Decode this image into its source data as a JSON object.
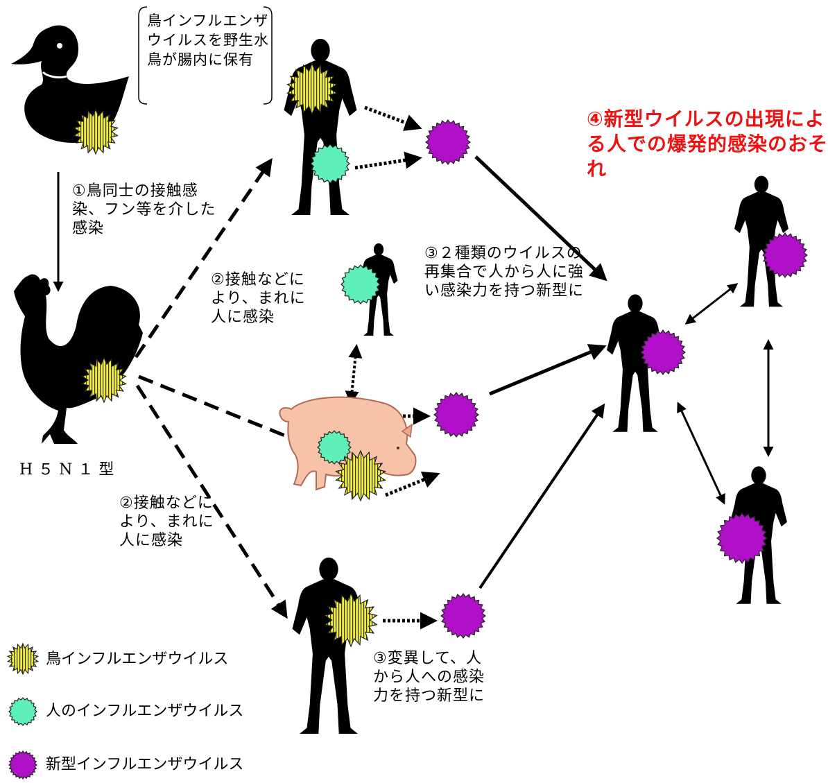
{
  "wild_bird_note": [
    "鳥インフルエンザ",
    "ウイルスを野生水",
    "鳥が腸内に保有"
  ],
  "step1": [
    "①鳥同士の接触感",
    "染、フン等を介した",
    "感染"
  ],
  "chicken_label": "H５N１型",
  "step2_upper": [
    "②接触などに",
    "より、まれに",
    "人に感染"
  ],
  "step2_lower": [
    "②接触などに",
    "より、まれに",
    "人に感染"
  ],
  "step3_reassortment": [
    "③２種類のウイルスの",
    "再集合で人から人に強",
    "い感染力を持つ新型に"
  ],
  "step3_mutation": [
    "③変異して、人",
    "から人への感染",
    "力を持つ新型に"
  ],
  "step4": [
    "④新型ウイルスの出現によ",
    "る人での爆発的感染のおそ",
    "れ"
  ],
  "legend": {
    "avian": "鳥インフルエンザウイルス",
    "human": "人のインフルエンザウイルス",
    "novel": "新型インフルエンザウイルス"
  },
  "colors": {
    "avian_virus": "#f2ee2a",
    "human_virus": "#5ef0b8",
    "novel_virus": "#b010c8",
    "label_red": "#ee1111",
    "pig": "#f7c2a8"
  }
}
